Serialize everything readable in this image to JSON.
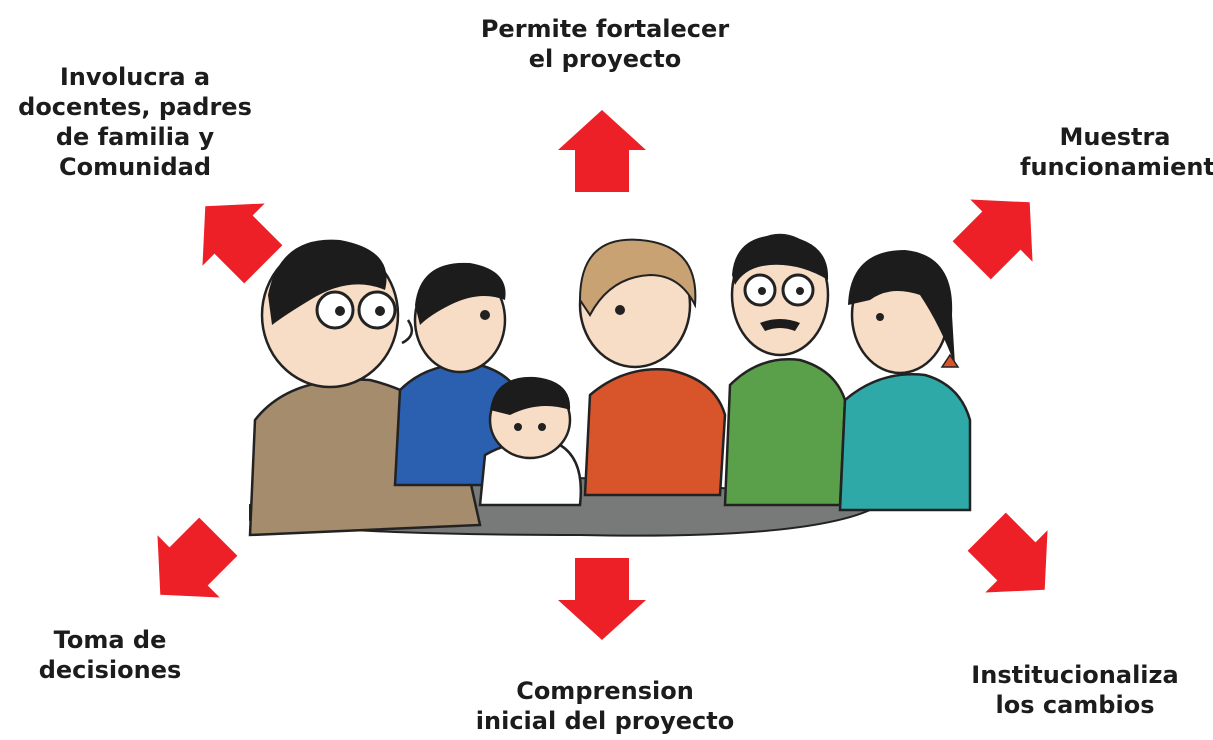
{
  "labels": {
    "top": "Permite fortalecer\nel proyecto",
    "top_left": "Involucra a\ndocentes, padres\nde familia y\nComunidad",
    "top_right": "Muestra\nfuncionamiento",
    "bottom_left": "Toma de\ndecisiones",
    "bottom": "Comprension\ninicial del proyecto",
    "bottom_right": "Institucionaliza\nlos cambios"
  },
  "colors": {
    "arrow": "#ee2027",
    "text": "#1c1c1c",
    "table": "#777a78",
    "shirt_blue": "#2b5fb0",
    "jacket_tan": "#a48c6c",
    "blouse_red": "#d8552c",
    "shirt_green": "#5aa04a",
    "dress_teal": "#2ea9a7",
    "skin": "#f7dcc6"
  },
  "icons": {
    "arrow": "arrow-icon",
    "illustration": "family-meeting-illustration"
  }
}
